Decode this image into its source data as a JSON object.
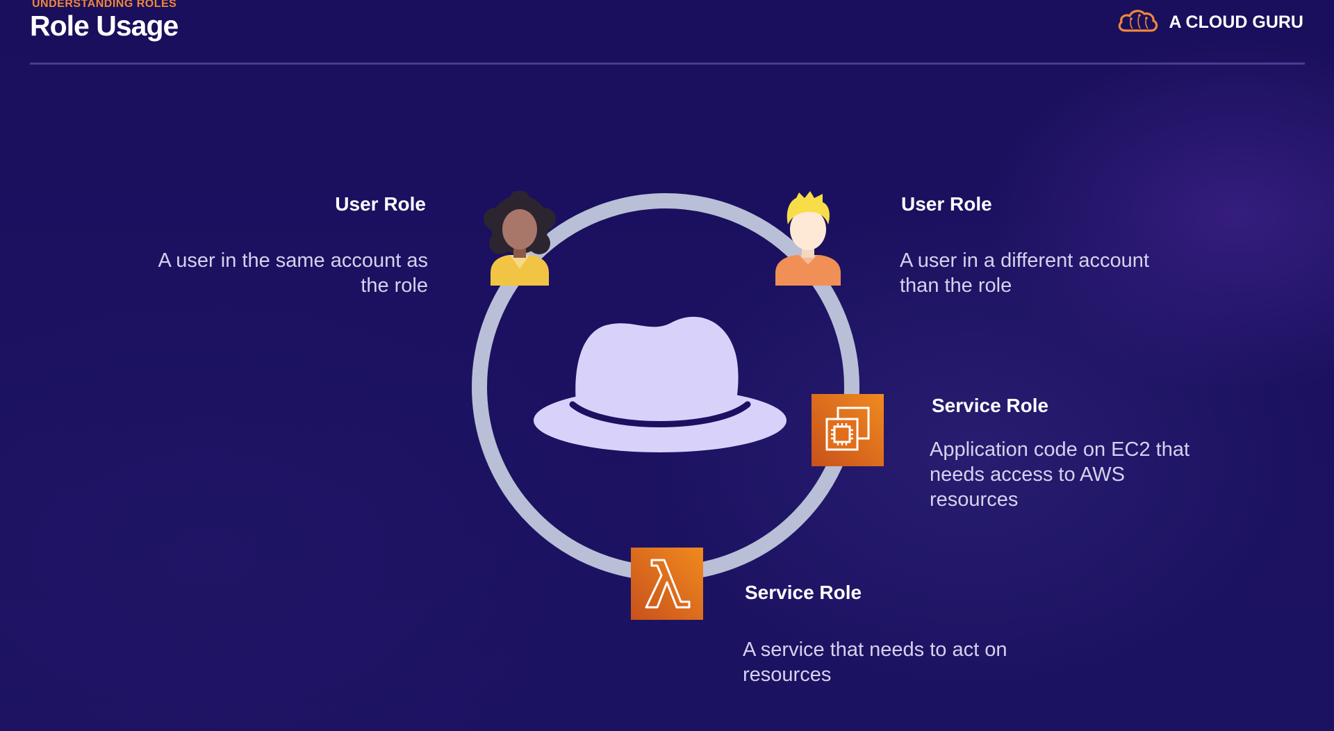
{
  "header": {
    "section_label": "UNDERSTANDING ROLES",
    "title": "Role Usage",
    "brand_name": "A CLOUD GURU",
    "brand_icon": "cloud-icon"
  },
  "diagram": {
    "center_icon": "hat-icon",
    "items": [
      {
        "title": "User Role",
        "description_lines": [
          "A user in the same account as",
          "the role"
        ],
        "icon": "user-avatar-icon"
      },
      {
        "title": "User Role",
        "description_lines": [
          "A user in a different account",
          "than the role"
        ],
        "icon": "user-avatar-icon"
      },
      {
        "title": "Service Role",
        "description_lines": [
          "Application code on EC2 that",
          "needs access to AWS",
          "resources"
        ],
        "icon": "ec2-icon"
      },
      {
        "title": "Service Role",
        "description_lines": [
          "A service that needs to act on",
          "resources"
        ],
        "icon": "lambda-icon"
      }
    ]
  },
  "colors": {
    "accent_orange": "#f0883a",
    "aws_orange": "#e36e1a",
    "ring": "#b9bfd6",
    "hat": "#d8d2fb",
    "background": "#1b1160"
  }
}
